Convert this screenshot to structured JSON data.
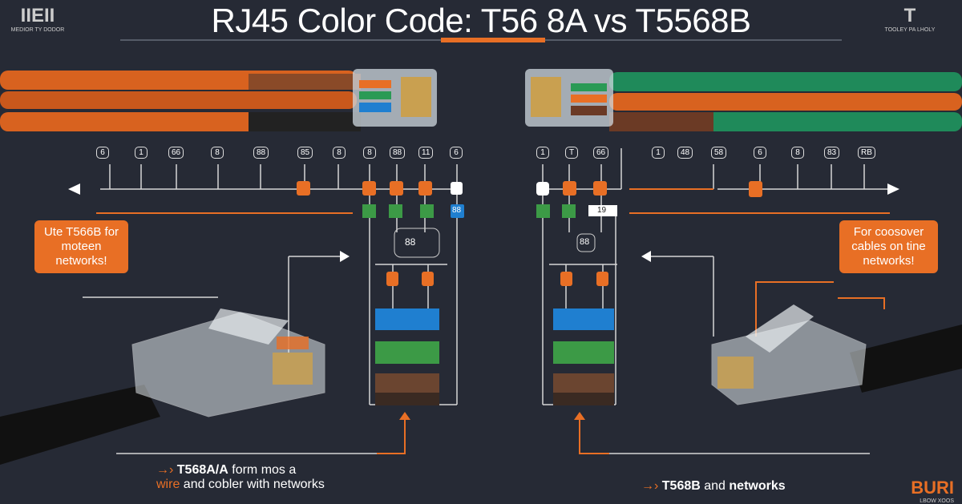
{
  "title": "RJ45 Color Code: T56 8A vs T5568B",
  "corner_logo_left": {
    "mark": "IIEII",
    "caption": "MEDIOR TY DODOR"
  },
  "corner_logo_right": {
    "mark": "T",
    "caption": "TOOLEY PA LHOLY"
  },
  "left_pins": [
    "6",
    "1",
    "66",
    "8",
    "88",
    "85",
    "8",
    "8",
    "88",
    "11",
    "6"
  ],
  "right_pins": [
    "1",
    "T",
    "66",
    "1",
    "48",
    "58",
    "6",
    "8",
    "83",
    "RB"
  ],
  "left_note": "Ute T566B for moteen networks!",
  "right_note": "For coosover cables on tine networks!",
  "left_center_label": "88",
  "right_center_label": "88",
  "left_blue_tag": "88",
  "right_white_tag": "19",
  "left_caption": {
    "arrow": "→›",
    "bold": "T568A/A",
    "rest": " form  mos a",
    "line2_accent": "wire",
    "line2": " and cobler with networks"
  },
  "right_caption": {
    "arrow": "→›",
    "bold": "T568B",
    "rest": " and ",
    "bold2": "networks"
  },
  "brand": {
    "name": "BURI",
    "tagline": "LBOW XOOS"
  },
  "colors": {
    "background": "#262a35",
    "accent": "#e86f25",
    "green": "#3c9a46",
    "blue": "#1f7fd0",
    "brown": "#6b4530"
  }
}
